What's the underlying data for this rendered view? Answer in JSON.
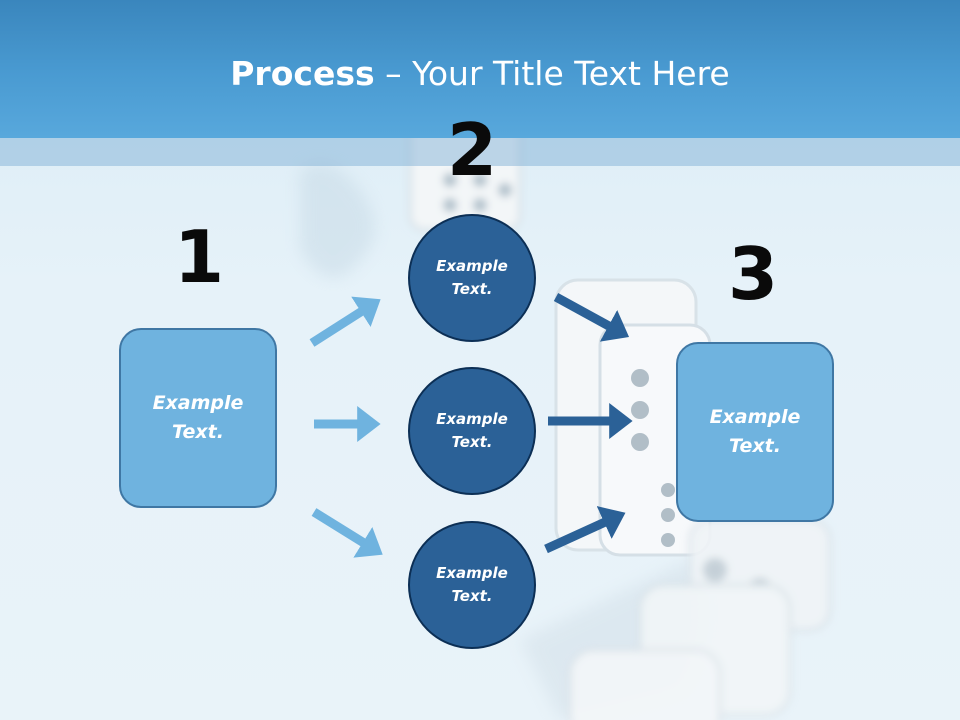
{
  "title": {
    "bold": "Process",
    "rest": " – Your Title Text Here"
  },
  "steps": [
    {
      "number": "1",
      "text": "Example\nText."
    },
    {
      "number": "2",
      "items": [
        "Example\nText.",
        "Example\nText.",
        "Example\nText."
      ]
    },
    {
      "number": "3",
      "text": "Example\nText."
    }
  ],
  "colors": {
    "header": "#4a9bd2",
    "light_box": "#6fb3df",
    "dark_circle": "#2b6197",
    "light_arrow": "#6fb3df",
    "dark_arrow": "#2b6197"
  }
}
